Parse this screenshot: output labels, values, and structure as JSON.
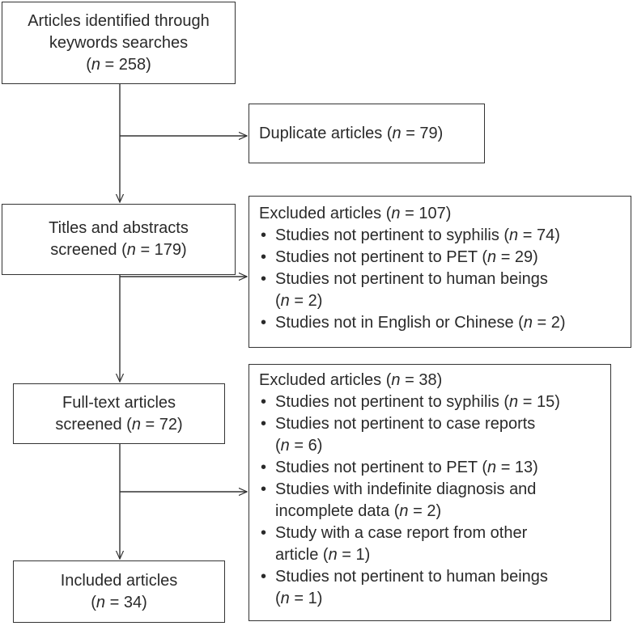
{
  "flow": {
    "identified": {
      "line1": "Articles identified through",
      "line2": "keywords searches",
      "count_pre": "(",
      "count_var": "n",
      "count_post": " = 258)"
    },
    "duplicates": {
      "pre": "Duplicate articles (",
      "var": "n",
      "post": " = 79)"
    },
    "screened": {
      "line1": "Titles and abstracts",
      "line2_pre": "screened (",
      "line2_var": "n",
      "line2_post": " = 179)"
    },
    "excluded1": {
      "head_pre": "Excluded articles (",
      "head_var": "n",
      "head_post": " = 107)",
      "items": [
        {
          "pre": "Studies not pertinent to syphilis (",
          "var": "n",
          "post": " = 74)"
        },
        {
          "pre": "Studies not pertinent to PET (",
          "var": "n",
          "post": " = 29)"
        },
        {
          "pre": "Studies not pertinent to human beings",
          "pre2": "(",
          "var": "n",
          "post": " = 2)"
        },
        {
          "pre": "Studies not in English or Chinese (",
          "var": "n",
          "post": " = 2)"
        }
      ]
    },
    "fulltext": {
      "line1": "Full-text articles",
      "line2_pre": "screened (",
      "line2_var": "n",
      "line2_post": " = 72)"
    },
    "excluded2": {
      "head_pre": "Excluded articles (",
      "head_var": "n",
      "head_post": " = 38)",
      "items": [
        {
          "pre": "Studies not pertinent to syphilis (",
          "var": "n",
          "post": " = 15)"
        },
        {
          "pre": "Studies not pertinent to case reports",
          "pre2": "(",
          "var": "n",
          "post": " = 6)"
        },
        {
          "pre": "Studies not pertinent to PET (",
          "var": "n",
          "post": " = 13)"
        },
        {
          "pre": "Studies with indefinite diagnosis and",
          "pre2": "incomplete data (",
          "var": "n",
          "post": " = 2)"
        },
        {
          "pre": "Study with a case report from other",
          "pre2": "article (",
          "var": "n",
          "post": " = 1)"
        },
        {
          "pre": "Studies not pertinent to human beings",
          "pre2": "(",
          "var": "n",
          "post": " = 1)"
        }
      ]
    },
    "included": {
      "line1": "Included articles",
      "count_pre": "(",
      "count_var": "n",
      "count_post": " = 34)"
    }
  }
}
